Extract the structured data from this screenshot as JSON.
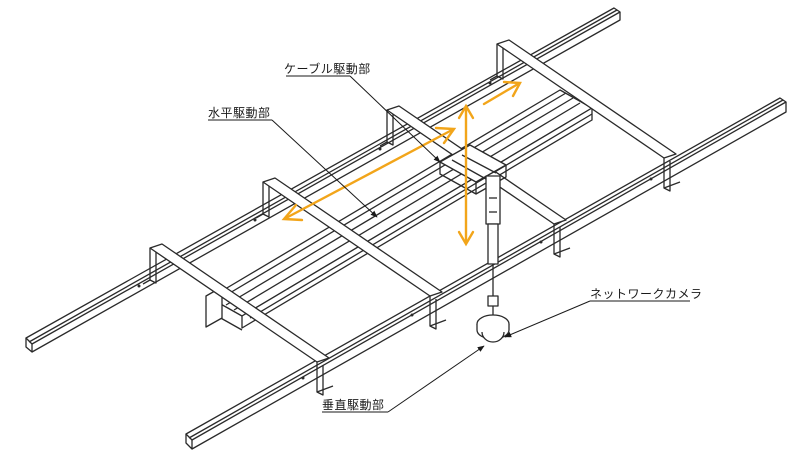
{
  "labels": {
    "cable_drive": "ケーブル駆動部",
    "horizontal_drive": "水平駆動部",
    "network_camera": "ネットワークカメラ",
    "vertical_drive": "垂直駆動部"
  },
  "colors": {
    "line": "#2a2a2a",
    "arrow": "#f2a51a",
    "background": "#ffffff"
  }
}
